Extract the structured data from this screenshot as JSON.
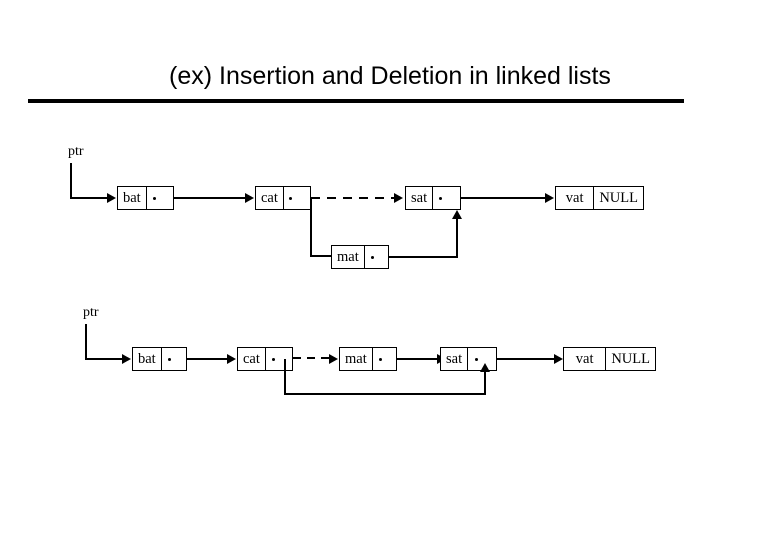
{
  "slide": {
    "title": "(ex) Insertion and Deletion in linked lists",
    "background": "#ffffff",
    "ink": "#000000"
  },
  "diagrams": [
    {
      "name": "insertion-diagram",
      "pointer_label": "ptr",
      "nodes": [
        {
          "data": "bat",
          "link": "pointer"
        },
        {
          "data": "cat",
          "link": "pointer"
        },
        {
          "data": "sat",
          "link": "pointer"
        },
        {
          "data": "vat",
          "link": "NULL"
        },
        {
          "data": "mat",
          "link": "pointer"
        }
      ],
      "edges": [
        {
          "from": "ptr",
          "to": "bat",
          "style": "solid"
        },
        {
          "from": "bat",
          "to": "cat",
          "style": "solid"
        },
        {
          "from": "cat",
          "to": "sat",
          "style": "dashed"
        },
        {
          "from": "sat",
          "to": "vat",
          "style": "solid"
        },
        {
          "from": "cat",
          "to": "mat",
          "style": "solid"
        },
        {
          "from": "mat",
          "to": "sat",
          "style": "solid"
        }
      ]
    },
    {
      "name": "deletion-diagram",
      "pointer_label": "ptr",
      "nodes": [
        {
          "data": "bat",
          "link": "pointer"
        },
        {
          "data": "cat",
          "link": "pointer"
        },
        {
          "data": "mat",
          "link": "pointer"
        },
        {
          "data": "sat",
          "link": "pointer"
        },
        {
          "data": "vat",
          "link": "NULL"
        }
      ],
      "edges": [
        {
          "from": "ptr",
          "to": "bat",
          "style": "solid"
        },
        {
          "from": "bat",
          "to": "cat",
          "style": "solid"
        },
        {
          "from": "cat",
          "to": "mat",
          "style": "dashed"
        },
        {
          "from": "mat",
          "to": "sat",
          "style": "solid"
        },
        {
          "from": "cat",
          "to": "sat",
          "style": "solid"
        },
        {
          "from": "sat",
          "to": "vat",
          "style": "solid"
        }
      ]
    }
  ]
}
